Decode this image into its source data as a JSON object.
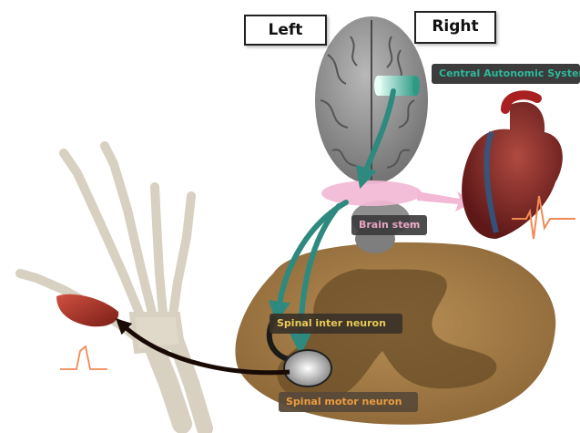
{
  "labels": {
    "left": "Left",
    "right": "Right",
    "central_autonomic_system": "Central Autonomic System",
    "brain_stem": "Brain stem",
    "spinal_inter_neuron": "Spinal inter neuron",
    "spinal_motor_neuron": "Spinal motor neuron"
  },
  "colors": {
    "pathway_teal": "#2e8a7e",
    "brain_stem_pink": "#f2b8d4",
    "heart_red": "#8a2525",
    "muscle_red": "#b23a2a",
    "ecg_orange": "#f08a55",
    "cord_tan": "#a07840",
    "tag_dark": "#3a3a3a",
    "tag_yellow_text": "#f2d25a",
    "tag_green_text": "#2fb89a",
    "tag_pink_text": "#f0a8c8",
    "tag_orange_text": "#f0a040"
  }
}
